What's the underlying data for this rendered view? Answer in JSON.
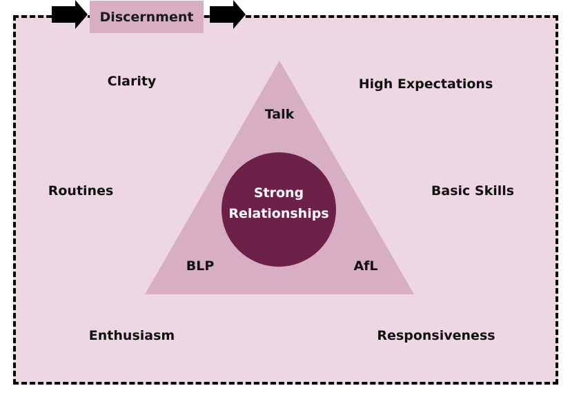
{
  "header": {
    "title": "Discernment"
  },
  "colors": {
    "background": "#ecd7e2",
    "triangle": "#d8aec3",
    "circle": "#6e2148",
    "title_box": "#d8aec3",
    "border": "#000000"
  },
  "outer_labels": {
    "clarity": "Clarity",
    "high_expectations": "High Expectations",
    "routines": "Routines",
    "basic_skills": "Basic Skills",
    "enthusiasm": "Enthusiasm",
    "responsiveness": "Responsiveness"
  },
  "triangle": {
    "top": "Talk",
    "bottom_left": "BLP",
    "bottom_right": "AfL"
  },
  "center": {
    "line1": "Strong",
    "line2": "Relationships"
  },
  "icons": {
    "left_arrow": "right-arrow-icon",
    "right_arrow": "right-arrow-icon"
  }
}
